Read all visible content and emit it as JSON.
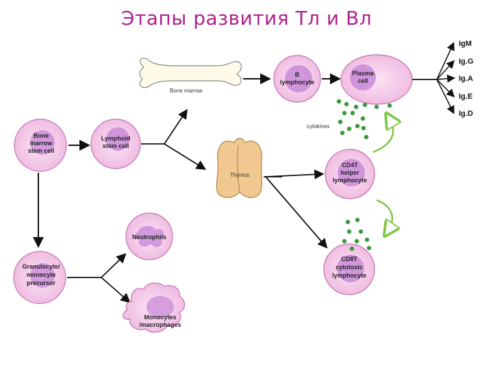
{
  "title": "Этапы развития  Тл и Вл",
  "cells": {
    "bone_marrow_stem": [
      "Bone",
      "marrow",
      "stem cell"
    ],
    "lymphoid_stem": [
      "Lymphoid",
      "stem cell"
    ],
    "b_lymphocyte": [
      "B",
      "lymphocyte"
    ],
    "plasma_cell": [
      "Plasma",
      "cell"
    ],
    "cd4": [
      "CD4T",
      "helper",
      "lymphocyte"
    ],
    "cd8": [
      "CD8T",
      "cytotoxic",
      "lymphocyte"
    ],
    "granulocyte": [
      "Granulocyte/",
      "monocyte",
      "precursor"
    ],
    "neutrophils": [
      "Neutrophils"
    ],
    "monocytes": [
      "Monocytes",
      "/macrophages"
    ]
  },
  "organs": {
    "bone_marrow": "Bone marrow",
    "thymus": "Thymus"
  },
  "cytokines": "cytokines",
  "immunoglobulins": [
    "IgM",
    "Ig.G",
    "Ig.A",
    "Ig.E",
    "Ig.D"
  ],
  "colors": {
    "title": "#b0208e",
    "cell_fill": "#f4c9ea",
    "cell_stroke": "#c070b0",
    "nucleus": "#c98ad8",
    "cytokine": "#3a9a3a",
    "arrow": "#111111",
    "curved_arrow": "#7ec845",
    "thymus": "#f0c890",
    "bone": "#fffbe8"
  }
}
